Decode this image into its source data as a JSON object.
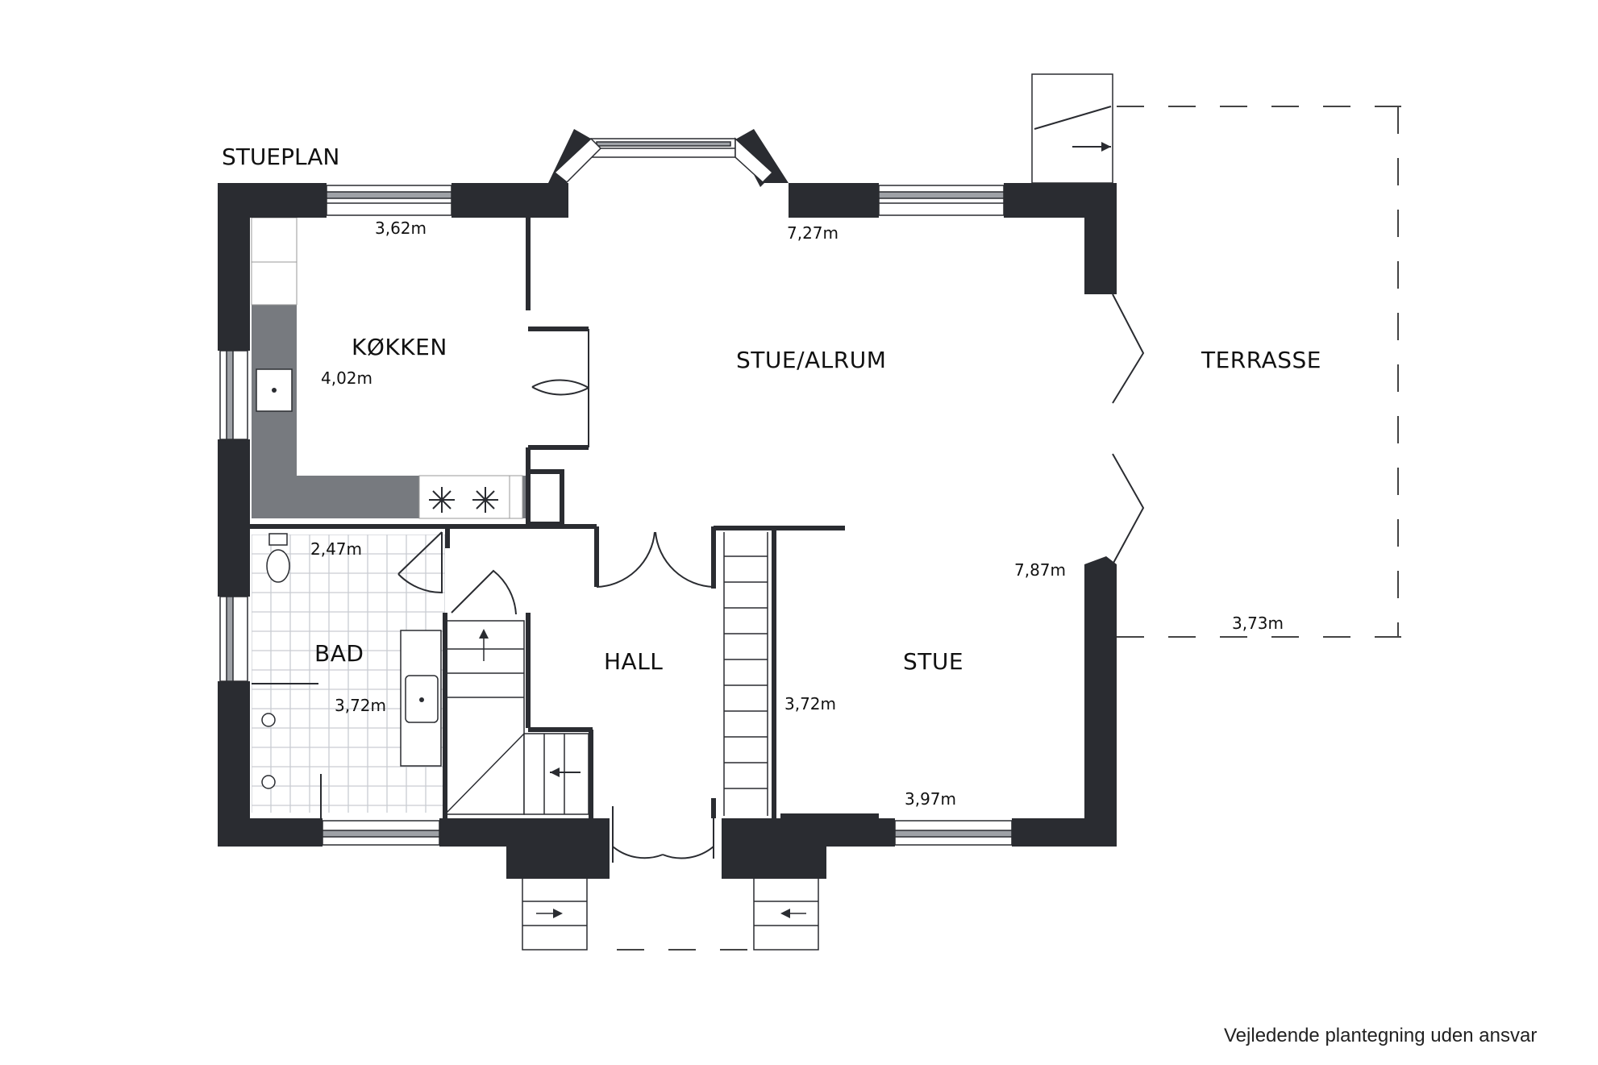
{
  "plan_title": "STUEPLAN",
  "rooms": {
    "kitchen": "KØKKEN",
    "living_sunroom": "STUE/ALRUM",
    "terrace": "TERRASSE",
    "bath": "BAD",
    "hall": "HALL",
    "living": "STUE"
  },
  "dimensions": {
    "kitchen_width": "3,62m",
    "kitchen_depth": "4,02m",
    "sunroom_width": "7,27m",
    "living_depth": "7,87m",
    "terrace_width": "3,73m",
    "bath_width": "2,47m",
    "bath_depth": "3,72m",
    "living_width_side": "3,72m",
    "living_width_bottom": "3,97m"
  },
  "disclaimer": "Vejledende plantegning uden ansvar"
}
